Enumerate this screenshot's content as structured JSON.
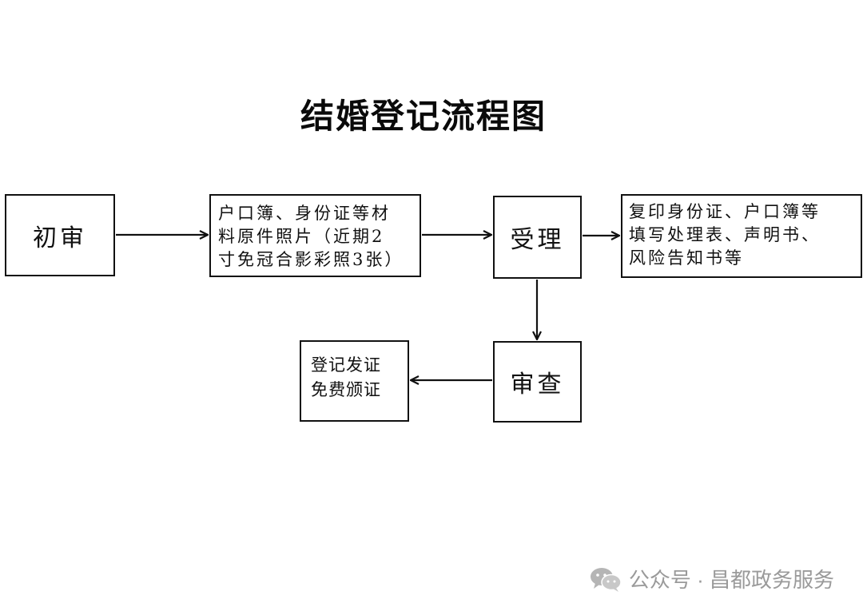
{
  "title": "结婚登记流程图",
  "steps": {
    "chushen": "初审",
    "materials": "户口簿、身份证等材\n料原件照片（近期2\n寸免冠合影彩照3张）",
    "shouli": "受理",
    "fill": "复印身份证、户口簿等\n填写处理表、声明书、\n风险告知书等",
    "shencha": "审查",
    "issue": "登记发证\n免费颁证"
  },
  "watermark": {
    "text": "公众号 · 昌都政务服务",
    "icon": "wechat-icon",
    "color": "#9a9a9a"
  }
}
